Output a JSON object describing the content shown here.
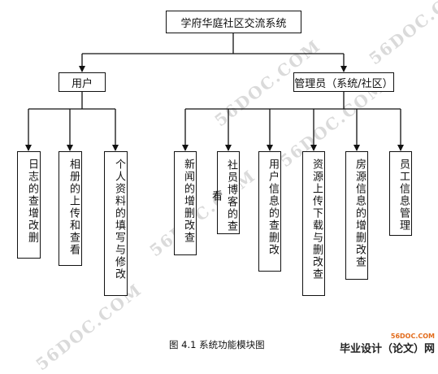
{
  "root": {
    "label": "学府华庭社区交流系统"
  },
  "groups": [
    {
      "label": "用户",
      "children": [
        "日志的查增改删",
        "相册的上传和查看",
        "个人资料的填写与修改"
      ]
    },
    {
      "label": "管理员（系统/社区）",
      "children": [
        "新闻的增删改查",
        "社员博客的查看",
        "用户信息的查删改",
        "资源上传下载与删改查",
        "房源信息的增删改查",
        "员工信息管理"
      ]
    }
  ],
  "caption": "图 4.1  系统功能模块图",
  "watermark": {
    "text": "56DOC.COM",
    "site": "56DOC.COM",
    "brand": "毕业设计（论文）网"
  }
}
